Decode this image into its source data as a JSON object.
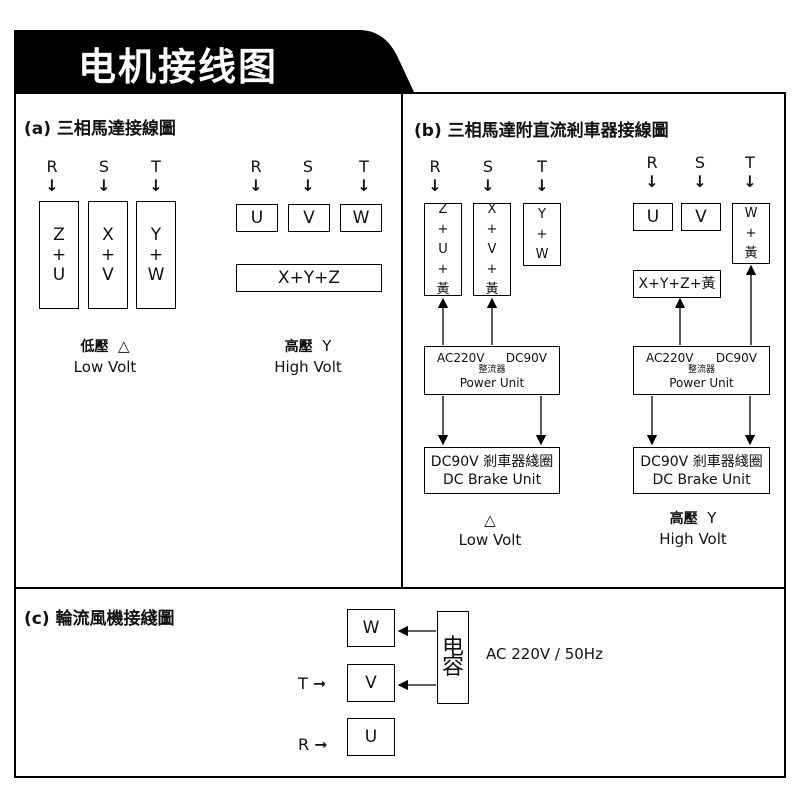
{
  "title": "电机接线图",
  "colors": {
    "header_bg": "#000000",
    "header_text": "#ffffff",
    "line": "#000000"
  },
  "section_a": {
    "title": "(a) 三相馬達接線圖",
    "low": {
      "inputs": [
        "R",
        "S",
        "T"
      ],
      "terminals": [
        [
          "Z",
          "+",
          "U"
        ],
        [
          "X",
          "+",
          "V"
        ],
        [
          "Y",
          "+",
          "W"
        ]
      ],
      "label_cn": "低壓",
      "symbol": "△",
      "label_en": "Low  Volt"
    },
    "high": {
      "inputs": [
        "R",
        "S",
        "T"
      ],
      "terminals": [
        "U",
        "V",
        "W"
      ],
      "star": "X+Y+Z",
      "label_cn": "高壓",
      "symbol": "Y",
      "label_en": "High  Volt"
    }
  },
  "section_b": {
    "title": "(b) 三相馬達附直流剎車器接線圖",
    "low": {
      "inputs": [
        "R",
        "S",
        "T"
      ],
      "terminals": [
        [
          "Z",
          "+",
          "U",
          "+",
          "黃"
        ],
        [
          "X",
          "+",
          "V",
          "+",
          "黃"
        ],
        [
          "Y",
          "+",
          "W"
        ]
      ],
      "unit": {
        "ac": "AC220V",
        "dc": "DC90V",
        "cn": "整流器",
        "en": "Power Unit"
      },
      "brake": {
        "line1": "DC90V 剎車器綫圈",
        "line2": "DC Brake Unit"
      },
      "symbol": "△",
      "label_en": "Low  Volt"
    },
    "high": {
      "inputs": [
        "R",
        "S",
        "T"
      ],
      "terminals": [
        "U",
        "V"
      ],
      "w_terminal": [
        "W",
        "+",
        "黃"
      ],
      "star": "X+Y+Z+黃",
      "unit": {
        "ac": "AC220V",
        "dc": "DC90V",
        "cn": "整流器",
        "en": "Power Unit"
      },
      "brake": {
        "line1": "DC90V 剎車器綫圈",
        "line2": "DC Brake Unit"
      },
      "label_cn": "高壓",
      "symbol": "Y",
      "label_en": "High  Volt"
    }
  },
  "section_c": {
    "title": "(c) 輪流風機接綫圖",
    "terminals": [
      "W",
      "V",
      "U"
    ],
    "inputs": [
      "T",
      "R"
    ],
    "capacitor": [
      "电",
      "容"
    ],
    "supply": "AC 220V / 50Hz"
  }
}
